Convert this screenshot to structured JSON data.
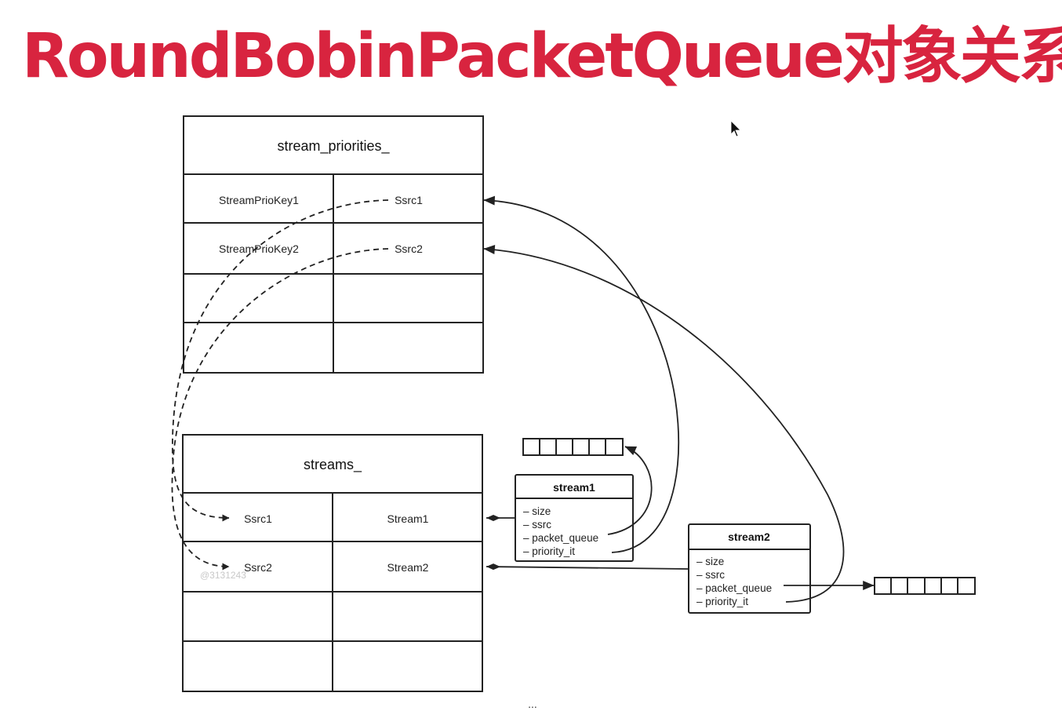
{
  "title": "RoundBobinPacketQueue对象关系",
  "stream_priorities": {
    "header": "stream_priorities_",
    "rows": [
      {
        "key": "StreamPrioKey1",
        "value": "Ssrc1"
      },
      {
        "key": "StreamPrioKey2",
        "value": "Ssrc2"
      }
    ]
  },
  "streams": {
    "header": "streams_",
    "rows": [
      {
        "key": "Ssrc1",
        "value": "Stream1"
      },
      {
        "key": "Ssrc2",
        "value": "Stream2"
      }
    ]
  },
  "stream1": {
    "header": "stream1",
    "fields": [
      "– size",
      "– ssrc",
      "– packet_queue",
      "– priority_it"
    ]
  },
  "stream2": {
    "header": "stream2",
    "fields": [
      "– size",
      "– ssrc",
      "– packet_queue",
      "– priority_it"
    ]
  },
  "watermark": "@3131243",
  "footer_ellipsis": "..."
}
